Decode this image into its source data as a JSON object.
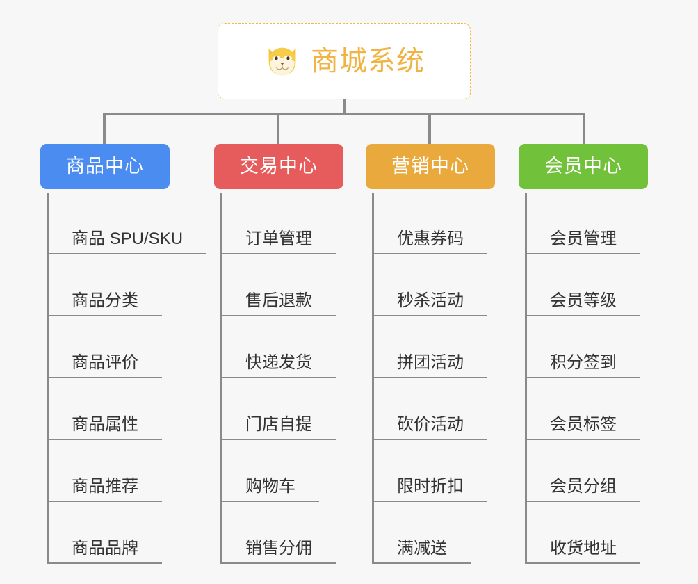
{
  "diagram": {
    "type": "mindmap-tree",
    "background_color": "#f7f7f7",
    "connector_color": "#8a8a8a",
    "root": {
      "label": "商城系统",
      "icon": "shiba-dog-icon",
      "text_color": "#f0b445",
      "border_color": "#f0b94a",
      "background_color": "#ffffff"
    },
    "categories": [
      {
        "label": "商品中心",
        "color": "#4a8cf0",
        "items": [
          "商品 SPU/SKU",
          "商品分类",
          "商品评价",
          "商品属性",
          "商品推荐",
          "商品品牌"
        ]
      },
      {
        "label": "交易中心",
        "color": "#e65c5c",
        "items": [
          "订单管理",
          "售后退款",
          "快递发货",
          "门店自提",
          "购物车",
          "销售分佣"
        ]
      },
      {
        "label": "营销中心",
        "color": "#eaa93c",
        "items": [
          "优惠券码",
          "秒杀活动",
          "拼团活动",
          "砍价活动",
          "限时折扣",
          "满减送"
        ]
      },
      {
        "label": "会员中心",
        "color": "#72c13b",
        "items": [
          "会员管理",
          "会员等级",
          "积分签到",
          "会员标签",
          "会员分组",
          "收货地址"
        ]
      }
    ]
  }
}
